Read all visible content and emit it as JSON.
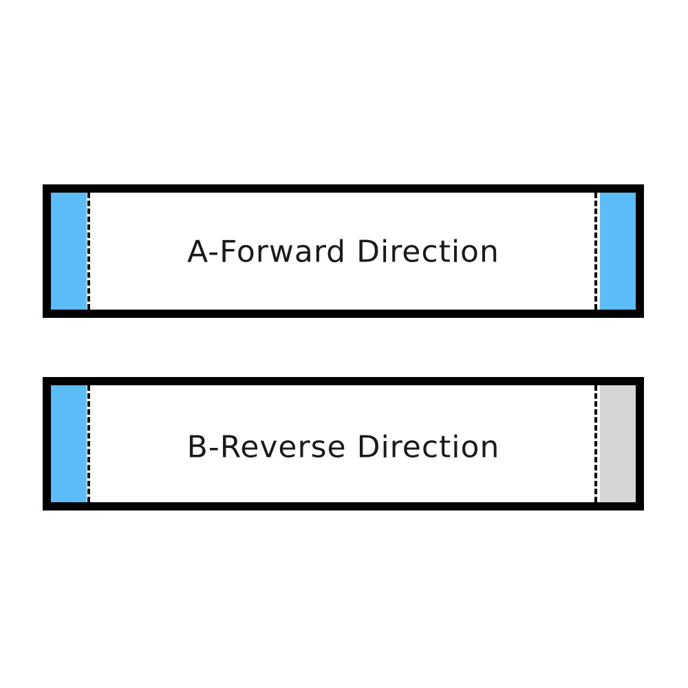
{
  "diagram": {
    "colors": {
      "outline": "#000000",
      "exposed_contact": "#5bbcf7",
      "covered_end": "#d6d6d6",
      "background": "#ffffff"
    },
    "cables": [
      {
        "label": "A-Forward Direction",
        "left_end": "exposed_contact",
        "right_end": "exposed_contact"
      },
      {
        "label": "B-Reverse Direction",
        "left_end": "exposed_contact",
        "right_end": "covered_end"
      }
    ]
  }
}
